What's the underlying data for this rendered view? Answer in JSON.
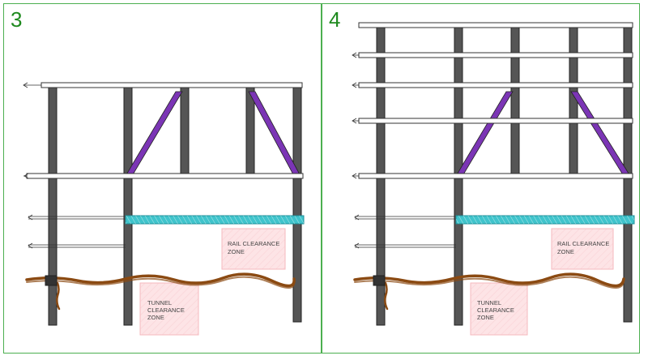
{
  "panels": [
    {
      "number": "3",
      "zones": {
        "rail": [
          "RAIL CLEARANCE",
          "ZONE"
        ],
        "tunnel": [
          "TUNNEL",
          "CLEARANCE",
          "ZONE"
        ]
      }
    },
    {
      "number": "4",
      "zones": {
        "rail": [
          "RAIL CLEARANCE",
          "ZONE"
        ],
        "tunnel": [
          "TUNNEL",
          "CLEARANCE",
          "ZONE"
        ]
      }
    }
  ],
  "colors": {
    "frame_border": "#4caf50",
    "panel_number": "#1f8a1f",
    "column": "#555555",
    "brace": "#7b35b5",
    "transfer_beam": "#40c4cc",
    "ground": "#8b4a12",
    "clearance_zone_fill": "#fde4e6",
    "clearance_zone_stroke": "#f5b8be"
  }
}
